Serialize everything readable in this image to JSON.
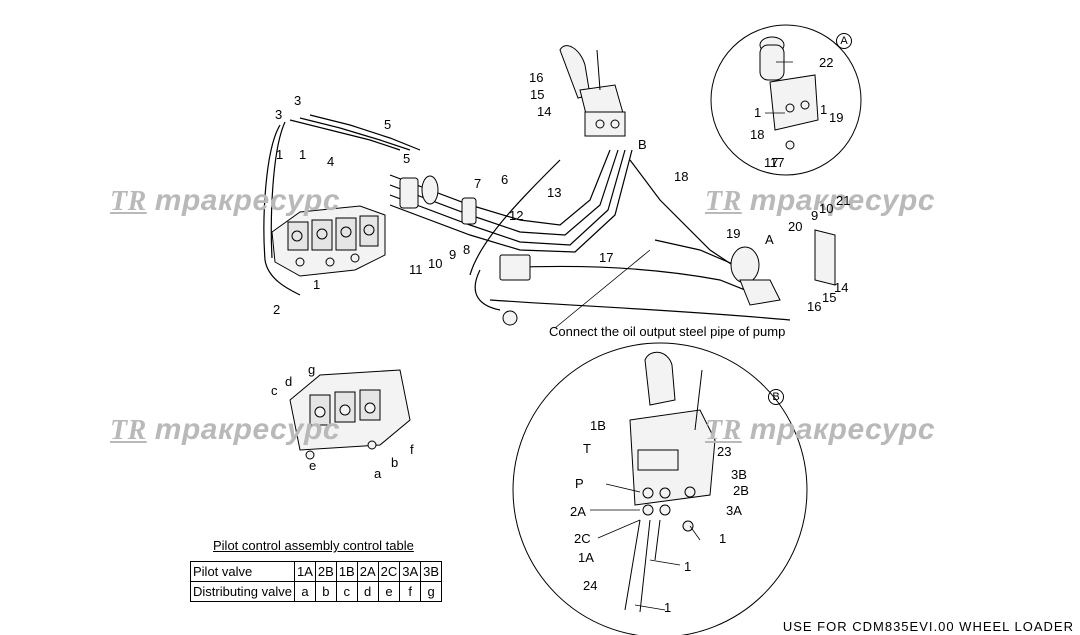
{
  "watermark": {
    "logo": "TR",
    "text": "тракресурс"
  },
  "caption_pump": "Connect the oil output steel pipe of pump",
  "footer": "USE FOR CDM835EVI.00 WHEEL LOADER",
  "table": {
    "title": "Pilot control assembly control table",
    "rows": [
      {
        "header": "Pilot valve",
        "cells": [
          "1A",
          "2B",
          "1B",
          "2A",
          "2C",
          "3A",
          "3B"
        ]
      },
      {
        "header": "Distributing valve",
        "cells": [
          "a",
          "b",
          "c",
          "d",
          "e",
          "f",
          "g"
        ]
      }
    ]
  },
  "callouts": {
    "detail_a": "A",
    "detail_b": "B",
    "main": [
      "1",
      "1",
      "1",
      "2",
      "3",
      "3",
      "4",
      "5",
      "5",
      "6",
      "7",
      "8",
      "9",
      "10",
      "11",
      "12",
      "13",
      "14",
      "15",
      "16",
      "17",
      "18",
      "19",
      "20",
      "21",
      "9",
      "10",
      "14",
      "15",
      "16",
      "17"
    ],
    "detail_a_parts": [
      "22",
      "1",
      "1",
      "19",
      "18",
      "17"
    ],
    "detail_b_parts": [
      "1B",
      "T",
      "P",
      "2A",
      "2C",
      "1A",
      "23",
      "3B",
      "2B",
      "3A",
      "1",
      "1",
      "24",
      "1"
    ],
    "valve_ports": [
      "g",
      "d",
      "c",
      "e",
      "a",
      "b",
      "f"
    ]
  }
}
